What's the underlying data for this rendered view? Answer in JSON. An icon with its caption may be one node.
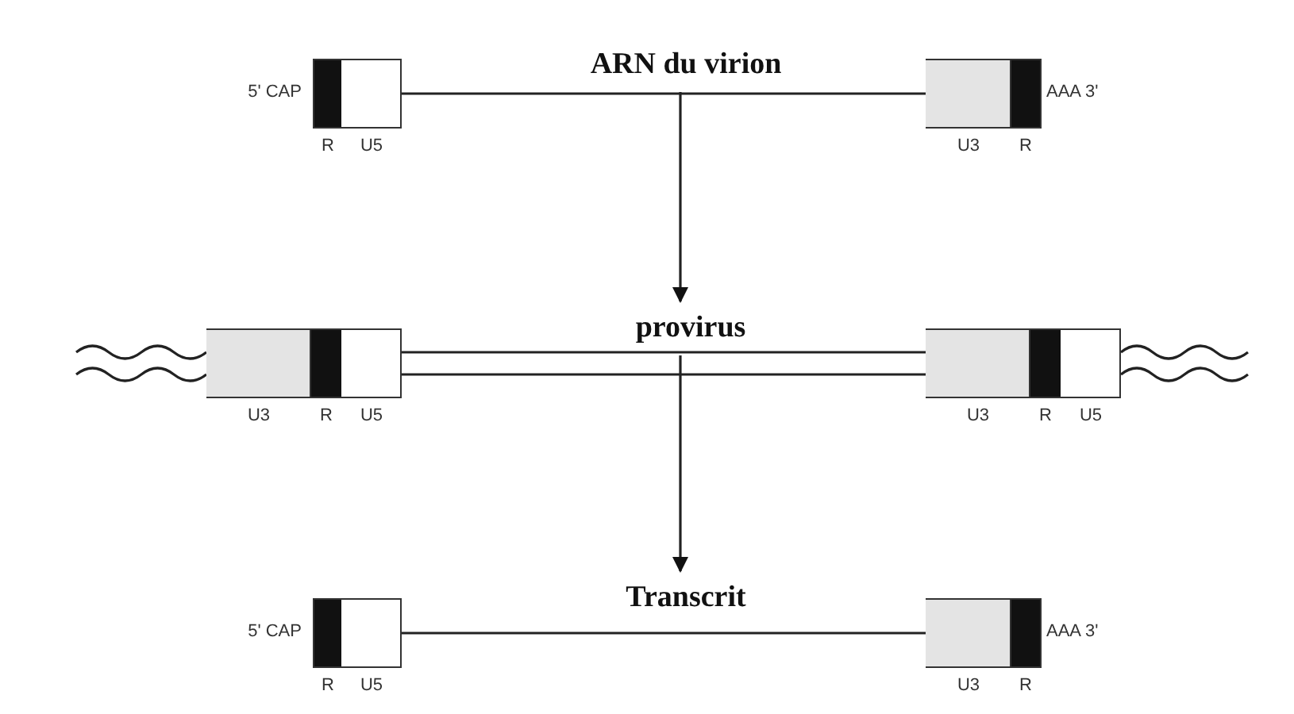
{
  "diagram": {
    "nodes": [
      {
        "text": [
          "ARN du virion"
        ]
      },
      {
        "text": [
          "R"
        ],
        "beside": [
          "5' CAP"
        ]
      },
      {
        "text": [
          "U5"
        ]
      },
      {
        "text": [
          "U3"
        ]
      },
      {
        "text": [
          "R"
        ],
        "beside": [
          "AAA 3'"
        ]
      },
      {
        "text": [
          "provirus"
        ]
      },
      {
        "text": [
          "U3"
        ]
      },
      {
        "text": [
          "R"
        ]
      },
      {
        "text": [
          "U5"
        ]
      },
      {
        "text": [
          "U3"
        ]
      },
      {
        "text": [
          "R"
        ]
      },
      {
        "text": [
          "U5"
        ]
      },
      {
        "text": [
          "Transcrit"
        ]
      },
      {
        "text": [
          "R"
        ],
        "beside": [
          "5' CAP"
        ]
      },
      {
        "text": [
          "U5"
        ]
      },
      {
        "text": [
          "U3"
        ]
      },
      {
        "text": [
          "R"
        ],
        "beside": [
          "AAA 3'"
        ]
      }
    ],
    "edges": [
      {
        "from": 0,
        "to": 5,
        "arrow": "to"
      },
      {
        "from": 5,
        "to": 12,
        "arrow": "to"
      },
      {
        "from": 2,
        "to": 3,
        "arrow": "none"
      },
      {
        "from": 8,
        "to": 9,
        "arrow": "none"
      },
      {
        "from": 14,
        "to": 15,
        "arrow": "none"
      },
      {
        "from": null,
        "to": 6,
        "arrow": "none"
      },
      {
        "from": 11,
        "to": null,
        "arrow": "none"
      }
    ]
  }
}
